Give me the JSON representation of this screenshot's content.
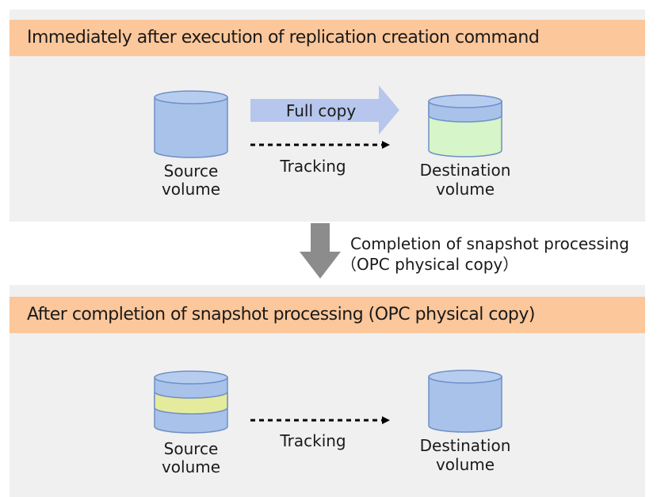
{
  "colors": {
    "panel_bg": "#f0f0f0",
    "title_bar": "#fbc79b",
    "volume_blue": "#a8c2ea",
    "volume_blue_top": "#b6cdf0",
    "volume_stroke": "#6f8fc6",
    "copied_green": "#d6f5c8",
    "copied_yellow": "#e5eb9c",
    "full_copy_arrow": "#b6c6ec",
    "step_arrow": "#8c8c8c"
  },
  "panel1": {
    "title": "Immediately after execution of replication creation command",
    "source_label_1": "Source",
    "source_label_2": "volume",
    "dest_label_1": "Destination",
    "dest_label_2": "volume",
    "full_copy_label": "Full copy",
    "tracking_label": "Tracking"
  },
  "transition": {
    "line1": "Completion of snapshot processing",
    "line2": "（OPC physical copy）"
  },
  "panel2": {
    "title": "After completion of snapshot processing (OPC physical copy)",
    "source_label_1": "Source",
    "source_label_2": "volume",
    "dest_label_1": "Destination",
    "dest_label_2": "volume",
    "tracking_label": "Tracking"
  }
}
